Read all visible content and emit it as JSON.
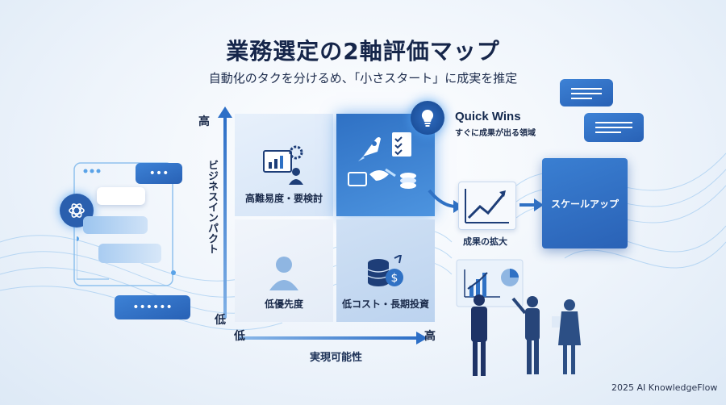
{
  "title": "業務選定の2軸評価マップ",
  "subtitle": "自動化のタクを分けるめ、「小さスタート」に成実を推定",
  "matrix": {
    "top_left": {
      "label": "高難易度・要検討"
    },
    "top_right": {
      "label": ""
    },
    "bottom_left": {
      "label": "低優先度"
    },
    "bottom_right": {
      "label": "低コスト・長期投資"
    }
  },
  "axes": {
    "y_label": "ビジネスインパクト",
    "y_high": "高",
    "y_low": "低",
    "x_label": "実現可能性",
    "x_low": "低",
    "x_high": "高"
  },
  "quick_wins": {
    "title": "Quick Wins",
    "subtitle": "すぐに成果が出る領域"
  },
  "flow": {
    "result_label": "成果の拡大",
    "scaleup_label": "スケールアップ"
  },
  "credit": "2025 AI KnowledgeFlow",
  "colors": {
    "accent": "#2f71c4",
    "dark_navy": "#16264a",
    "glow": "#4d94df"
  },
  "icons": [
    "dashboard-gear-icon",
    "rocket-icon",
    "checklist-icon",
    "handshake-icon",
    "coins-dollar-icon",
    "person-icon",
    "lightbulb-icon",
    "growth-chart-icon",
    "ai-logo-icon"
  ]
}
